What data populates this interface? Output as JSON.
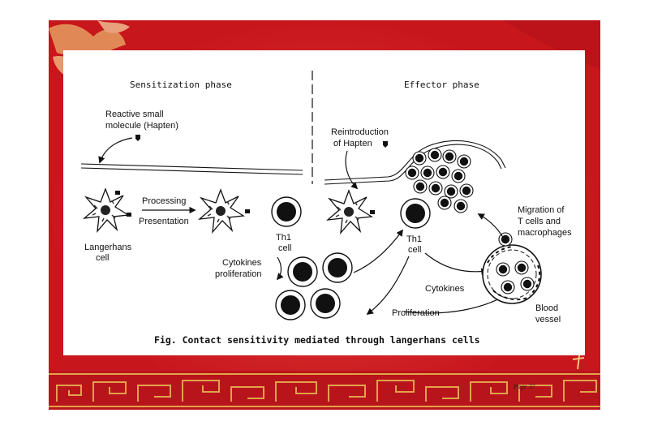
{
  "slide": {
    "colors": {
      "background": "#c8161d",
      "panel": "#ffffff",
      "border_band": "#e3a24c"
    },
    "page_number": "Page 37"
  },
  "diagram": {
    "phases": {
      "sensitization": "Sensitization phase",
      "effector": "Effector phase"
    },
    "labels": {
      "hapten_sens_line1": "Reactive small",
      "hapten_sens_line2": "molecule (Hapten)",
      "processing": "Processing",
      "presentation": "Presentation",
      "langerhans_line1": "Langerhans",
      "langerhans_line2": "cell",
      "th1_sens_line1": "Th1",
      "th1_sens_line2": "cell",
      "cytokines_prolif_line1": "Cytokines",
      "cytokines_prolif_line2": "proliferation",
      "reintro_line1": "Reintroduction",
      "reintro_line2": "of Hapten",
      "th1_eff_line1": "Th1",
      "th1_eff_line2": "cell",
      "migration_line1": "Migration of",
      "migration_line2": "T cells and",
      "migration_line3": "macrophages",
      "cytokines": "Cytokines",
      "proliferation": "Proliferation",
      "blood_line1": "Blood",
      "blood_line2": "vessel"
    },
    "caption": "Fig. Contact sensitivity mediated through langerhans cells"
  }
}
